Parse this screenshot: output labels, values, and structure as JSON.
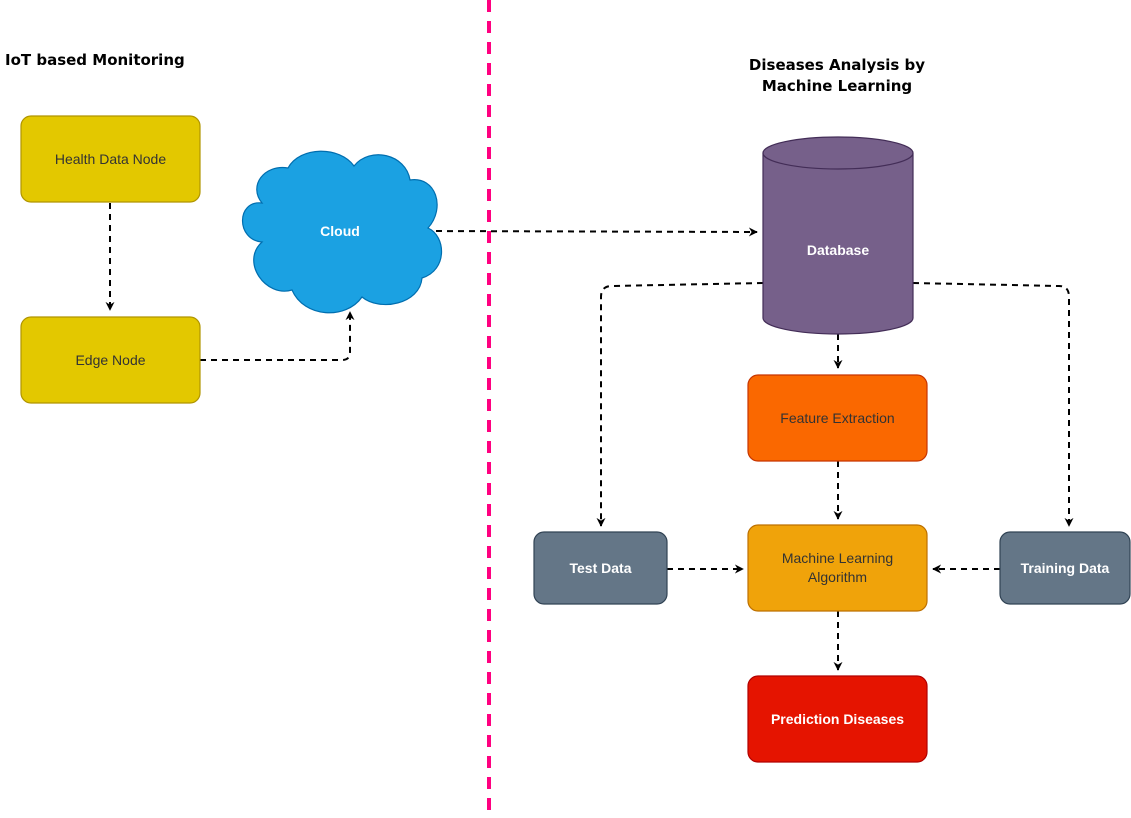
{
  "sections": {
    "left_title": "IoT based Monitoring",
    "right_title": "Diseases Analysis by Machine Learning"
  },
  "nodes": {
    "health_data_node": {
      "label": "Health Data Node",
      "fill": "#e3c800",
      "stroke": "#b09500",
      "text_color": "#333333"
    },
    "edge_node": {
      "label": "Edge Node",
      "fill": "#e3c800",
      "stroke": "#b09500",
      "text_color": "#333333"
    },
    "cloud": {
      "label": "Cloud",
      "fill": "#1ba1e2",
      "stroke": "#006eaf",
      "text_color": "#ffffff"
    },
    "database": {
      "label": "Database",
      "fill": "#76608a",
      "stroke": "#432d57",
      "text_color": "#ffffff"
    },
    "feature_extraction": {
      "label": "Feature Extraction",
      "fill": "#fa6800",
      "stroke": "#c73500",
      "text_color": "#333333"
    },
    "ml_algorithm": {
      "label": "Machine Learning Algorithm",
      "fill": "#f0a30a",
      "stroke": "#bd7000",
      "text_color": "#333333"
    },
    "test_data": {
      "label": "Test Data",
      "fill": "#647687",
      "stroke": "#314354",
      "text_color": "#ffffff"
    },
    "training_data": {
      "label": "Training Data",
      "fill": "#647687",
      "stroke": "#314354",
      "text_color": "#ffffff"
    },
    "prediction_diseases": {
      "label": "Prediction Diseases",
      "fill": "#e51400",
      "stroke": "#b20000",
      "text_color": "#ffffff"
    }
  },
  "separator": {
    "color": "#ff0080",
    "style": "dashed"
  },
  "edge_style": {
    "color": "#000000",
    "style": "dashed"
  }
}
